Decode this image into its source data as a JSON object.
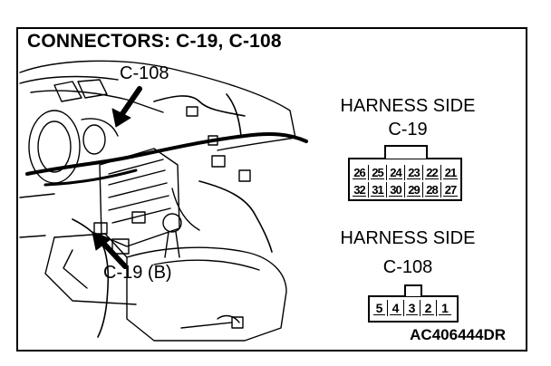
{
  "title": "CONNECTORS: C-19, C-108",
  "callouts": {
    "c108": "C-108",
    "c19b": "C-19 (B)"
  },
  "harness_c19": {
    "heading": "HARNESS SIDE",
    "name": "C-19",
    "top_row": [
      "26",
      "25",
      "24",
      "23",
      "22",
      "21"
    ],
    "bottom_row": [
      "32",
      "31",
      "30",
      "29",
      "28",
      "27"
    ]
  },
  "harness_c108": {
    "heading": "HARNESS SIDE",
    "name": "C-108",
    "pins": [
      "5",
      "4",
      "3",
      "2",
      "1"
    ]
  },
  "figure_code": "AC406444DR",
  "icons": [
    "dashboard-illustration",
    "arrow-icon"
  ]
}
